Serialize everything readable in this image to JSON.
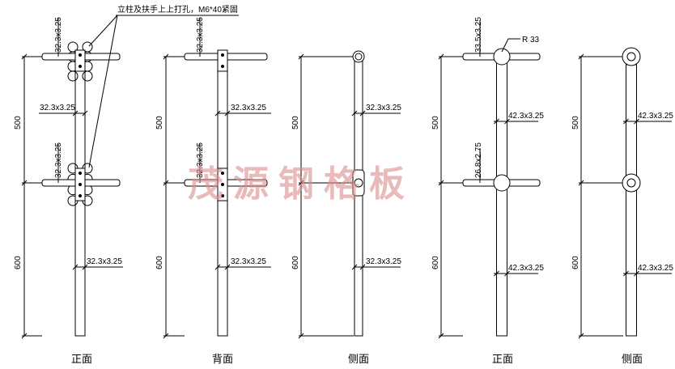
{
  "note": "立柱及扶手上上打孔，M6*40紧固",
  "watermark": "茂源钢格板",
  "views": [
    {
      "caption": "正面",
      "dims": {
        "upper": "500",
        "lower": "600"
      },
      "labels": {
        "top_rail": "32.3x3.25",
        "mid_rail": "32.3x3.25",
        "post_upper": "32.3x3.25",
        "post_lower": "32.3x3.25"
      }
    },
    {
      "caption": "背面",
      "dims": {
        "upper": "500",
        "lower": "600"
      },
      "labels": {
        "top_rail": "32.3x3.25",
        "mid_rail": "32.3x3.25",
        "post_upper": "32.3x3.25",
        "post_lower": "32.3x3.25"
      }
    },
    {
      "caption": "侧面",
      "dims": {
        "upper": "500",
        "lower": "600"
      },
      "labels": {
        "post_upper": "32.3x3.25",
        "post_lower": "32.3x3.25"
      }
    },
    {
      "caption": "正面",
      "dims": {
        "upper": "500",
        "lower": "600"
      },
      "labels": {
        "top_rail": "33.5x3.25",
        "radius": "R 33",
        "mid_rail": "26.8x2.75",
        "post_upper": "42.3x3.25",
        "post_lower": "42.3x3.25"
      }
    },
    {
      "caption": "侧面",
      "dims": {
        "upper": "500",
        "lower": "600"
      },
      "labels": {
        "post_upper": "42.3x3.25",
        "post_lower": "42.3x3.25"
      }
    }
  ]
}
